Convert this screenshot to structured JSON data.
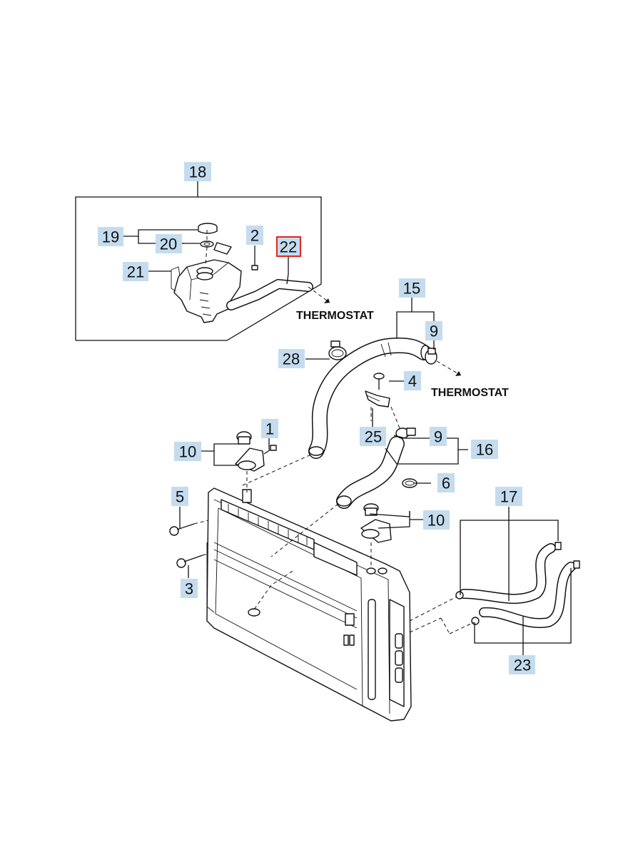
{
  "diagram": {
    "callouts": {
      "c1": "1",
      "c2": "2",
      "c3": "3",
      "c4": "4",
      "c5": "5",
      "c6": "6",
      "c9a": "9",
      "c9b": "9",
      "c10a": "10",
      "c10b": "10",
      "c15": "15",
      "c16": "16",
      "c17": "17",
      "c18": "18",
      "c19": "19",
      "c20": "20",
      "c21": "21",
      "c22": "22",
      "c23": "23",
      "c25": "25",
      "c28": "28"
    },
    "selected_callout": "22",
    "notes": {
      "thermostat_upper": "THERMOSTAT",
      "thermostat_lower": "THERMOSTAT"
    },
    "colors": {
      "callout_fill": "#c4dcee",
      "selected_border": "#e0281e"
    }
  }
}
